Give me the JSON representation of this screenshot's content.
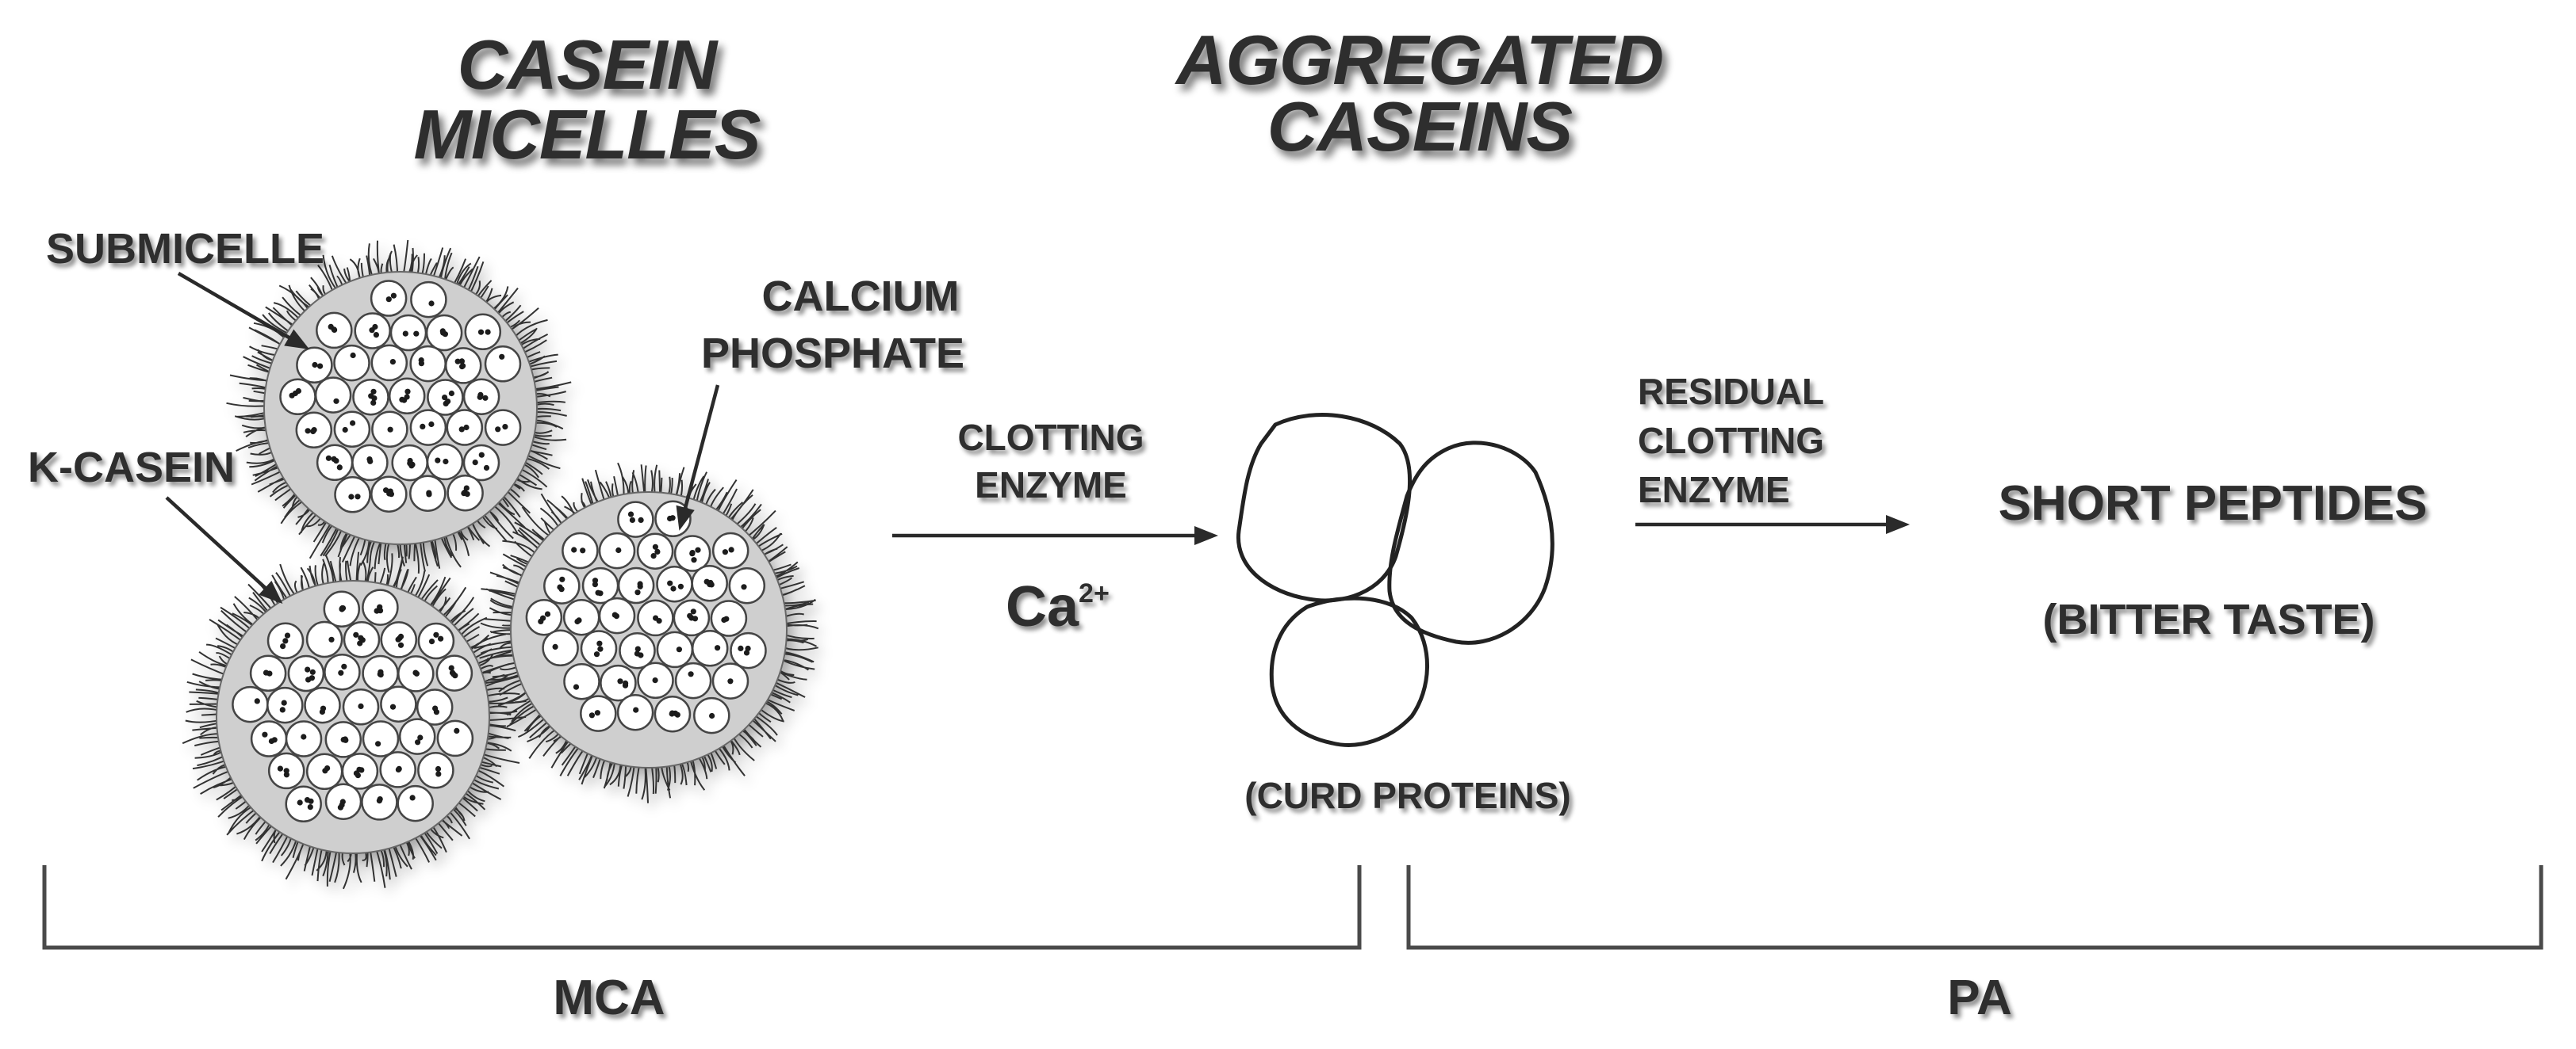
{
  "headings": {
    "casein_micelles": [
      "CASEIN",
      "MICELLES"
    ],
    "aggregated_caseins": [
      "AGGREGATED",
      "CASEINS"
    ]
  },
  "labels": {
    "submicelle": "SUBMICELLE",
    "k_casein": "K-CASEIN",
    "calcium_phosphate": [
      "CALCIUM",
      "PHOSPHATE"
    ],
    "clotting_enzyme": [
      "CLOTTING",
      "ENZYME"
    ],
    "calcium_ion": "Ca",
    "calcium_charge": "2+",
    "curd_proteins": "(CURD PROTEINS)",
    "residual_clotting_enzyme": [
      "RESIDUAL",
      "CLOTTING",
      "ENZYME"
    ],
    "short_peptides": "SHORT PEPTIDES",
    "bitter_taste": "(BITTER TASTE)"
  },
  "brackets": {
    "left": "MCA",
    "right": "PA"
  },
  "colors": {
    "text": "#2e2e2e",
    "line": "#222222",
    "bracket": "#4a4a4a",
    "background": "#ffffff"
  }
}
